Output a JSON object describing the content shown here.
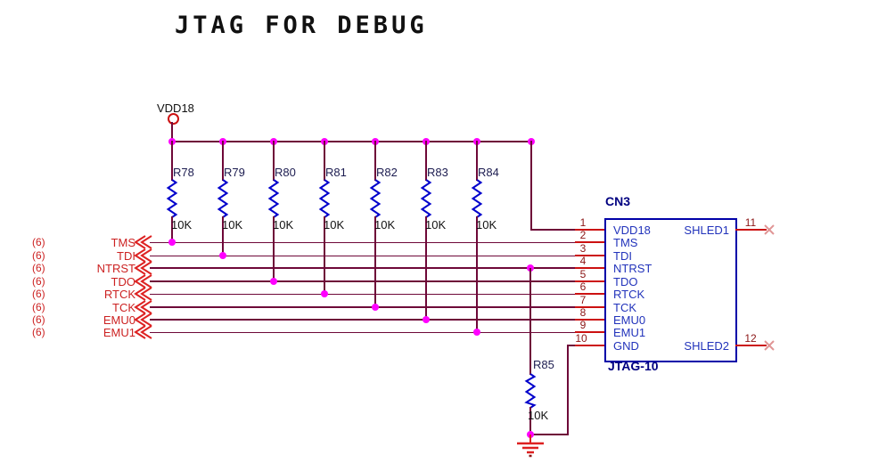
{
  "title": "JTAG FOR DEBUG",
  "power": {
    "net": "VDD18"
  },
  "resistors": [
    {
      "ref": "R78",
      "value": "10K"
    },
    {
      "ref": "R79",
      "value": "10K"
    },
    {
      "ref": "R80",
      "value": "10K"
    },
    {
      "ref": "R81",
      "value": "10K"
    },
    {
      "ref": "R82",
      "value": "10K"
    },
    {
      "ref": "R83",
      "value": "10K"
    },
    {
      "ref": "R84",
      "value": "10K"
    },
    {
      "ref": "R85",
      "value": "10K"
    }
  ],
  "signals": [
    {
      "bus": "(6)",
      "name": "TMS"
    },
    {
      "bus": "(6)",
      "name": "TDI"
    },
    {
      "bus": "(6)",
      "name": "NTRST"
    },
    {
      "bus": "(6)",
      "name": "TDO"
    },
    {
      "bus": "(6)",
      "name": "RTCK"
    },
    {
      "bus": "(6)",
      "name": "TCK"
    },
    {
      "bus": "(6)",
      "name": "EMU0"
    },
    {
      "bus": "(6)",
      "name": "EMU1"
    }
  ],
  "connector": {
    "designator": "CN3",
    "part": "JTAG-10",
    "left_pins": [
      {
        "num": "1",
        "name": "VDD18"
      },
      {
        "num": "2",
        "name": "TMS"
      },
      {
        "num": "3",
        "name": "TDI"
      },
      {
        "num": "4",
        "name": "NTRST"
      },
      {
        "num": "5",
        "name": "TDO"
      },
      {
        "num": "6",
        "name": "RTCK"
      },
      {
        "num": "7",
        "name": "TCK"
      },
      {
        "num": "8",
        "name": "EMU0"
      },
      {
        "num": "9",
        "name": "EMU1"
      },
      {
        "num": "10",
        "name": "GND"
      }
    ],
    "right_pins": [
      {
        "num": "11",
        "name": "SHLED1"
      },
      {
        "num": "12",
        "name": "SHLED2"
      }
    ]
  },
  "colors": {
    "wire": "#6e0838",
    "stub": "#cc1111",
    "junction": "#ff00ff",
    "resistor_body": "#0000cc",
    "ref_text": "#1c1c50",
    "pin_text": "#2233bb",
    "pin_number": "#8b1515",
    "navy": "#000080",
    "conn_border": "#0000a8",
    "red_label": "#cc2222",
    "no_connect": "#e09595",
    "ground": "#dd2020"
  }
}
